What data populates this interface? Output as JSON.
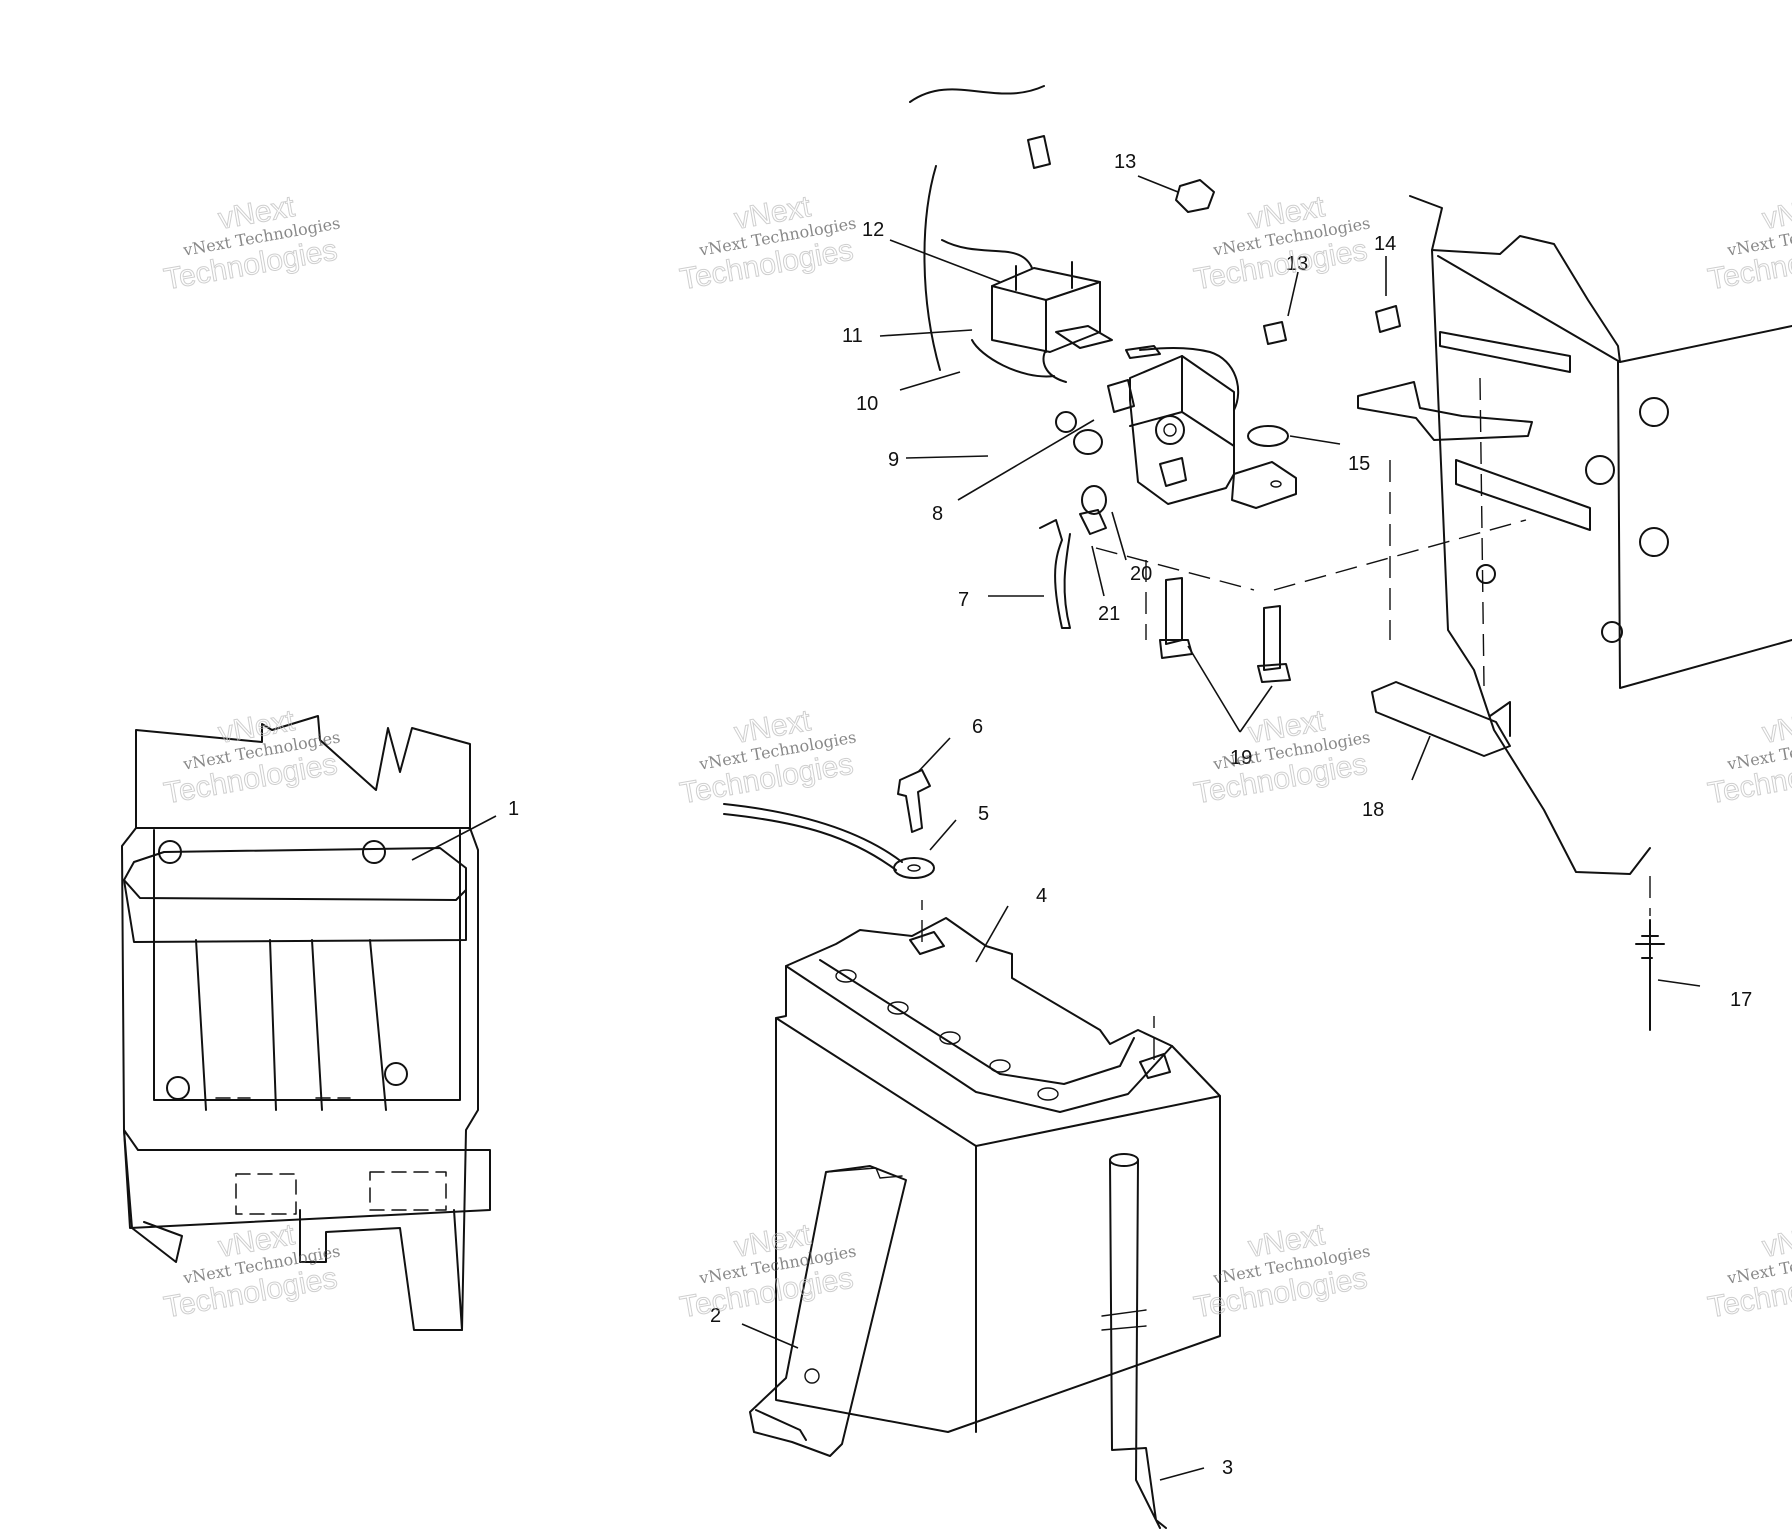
{
  "watermark": {
    "line1": "vNext Technologies",
    "line2": "vNext",
    "line3": "Technologies"
  },
  "callouts": [
    {
      "id": "c1",
      "label": "1"
    },
    {
      "id": "c2",
      "label": "2"
    },
    {
      "id": "c3",
      "label": "3"
    },
    {
      "id": "c4",
      "label": "4"
    },
    {
      "id": "c5",
      "label": "5"
    },
    {
      "id": "c6",
      "label": "6"
    },
    {
      "id": "c7",
      "label": "7"
    },
    {
      "id": "c8",
      "label": "8"
    },
    {
      "id": "c9",
      "label": "9"
    },
    {
      "id": "c10",
      "label": "10"
    },
    {
      "id": "c11",
      "label": "11"
    },
    {
      "id": "c12",
      "label": "12"
    },
    {
      "id": "c13a",
      "label": "13"
    },
    {
      "id": "c13b",
      "label": "13"
    },
    {
      "id": "c14",
      "label": "14"
    },
    {
      "id": "c15",
      "label": "15"
    },
    {
      "id": "c17",
      "label": "17"
    },
    {
      "id": "c18",
      "label": "18"
    },
    {
      "id": "c19",
      "label": "19"
    },
    {
      "id": "c20",
      "label": "20"
    },
    {
      "id": "c21",
      "label": "21"
    }
  ]
}
